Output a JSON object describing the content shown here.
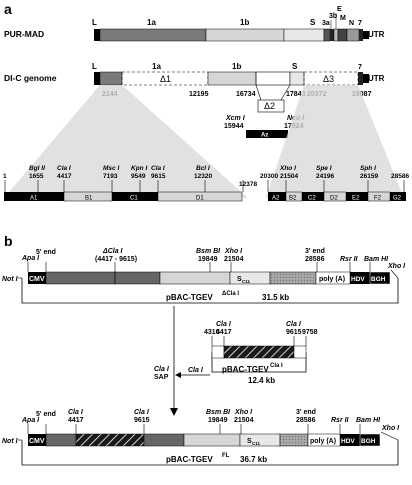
{
  "panel_a": {
    "label": "a",
    "pur_mad": {
      "name": "PUR-MAD",
      "genes": [
        "L",
        "1a",
        "1b",
        "S",
        "3a",
        "3b",
        "E",
        "M",
        "N",
        "7",
        "UTR"
      ]
    },
    "dic": {
      "name": "DI-C genome",
      "genes": [
        "L",
        "1a",
        "1b",
        "S",
        "7",
        "UTR"
      ],
      "deletions": [
        "Δ1",
        "Δ2",
        "Δ3"
      ],
      "positions": [
        "2144",
        "12195",
        "16734",
        "17843",
        "20372",
        "28087"
      ]
    },
    "az": {
      "xcm": "Xcm I",
      "xcm_pos": "15944",
      "nco": "Nco I",
      "nco_pos": "17924",
      "name": "Az"
    },
    "fragments": {
      "sites": [
        {
          "name": "",
          "pos": "1"
        },
        {
          "name": "Bgl II",
          "pos": "1655"
        },
        {
          "name": "Cla I",
          "pos": "4417"
        },
        {
          "name": "Msc I",
          "pos": "7193"
        },
        {
          "name": "Kpn I",
          "pos": "9549"
        },
        {
          "name": "Cla I",
          "pos": "9615"
        },
        {
          "name": "Bcl I",
          "pos": "12320"
        },
        {
          "name": "",
          "pos": "12378"
        },
        {
          "name": "",
          "pos": "20300"
        },
        {
          "name": "Xho I",
          "pos": "21504"
        },
        {
          "name": "Spe I",
          "pos": "24196"
        },
        {
          "name": "Sph I",
          "pos": "26159"
        },
        {
          "name": "",
          "pos": "28586"
        }
      ],
      "blocks": [
        "A1",
        "B1",
        "C1",
        "D1",
        "A2",
        "B2",
        "C2",
        "D2",
        "E2",
        "F2",
        "G2"
      ]
    }
  },
  "panel_b": {
    "label": "b",
    "plasmid1": {
      "name": "pBAC-TGEV",
      "super": "ΔCla I",
      "size": "31.5 kb",
      "apa": "Apa I",
      "not": "Not I",
      "cmv": "CMV",
      "five_end": "5' end",
      "dcla": "ΔCla I",
      "dcla_range": "(4417 - 9615)",
      "bsm": "Bsm BI",
      "bsm_pos": "19849",
      "xho": "Xho I",
      "xho_pos": "21504",
      "s11": "S",
      "s11_sub": "C11",
      "three_end": "3' end",
      "three_pos": "28586",
      "rsr": "Rsr II",
      "bam": "Bam HI",
      "xho_end": "Xho I",
      "polya": "poly (A)",
      "hdv": "HDV",
      "bgh": "BGH"
    },
    "insert": {
      "name": "pBAC-TGEV",
      "super": "Cla I",
      "size": "12.4 kb",
      "sites": [
        {
          "name": "",
          "pos": "4310"
        },
        {
          "name": "Cla I",
          "pos": "4417"
        },
        {
          "name": "Cla I",
          "pos": "9615"
        },
        {
          "name": "",
          "pos": "9758"
        }
      ],
      "cla_arrow": "Cla I",
      "cla_sap": "Cla I",
      "sap": "SAP"
    },
    "plasmid2": {
      "name": "pBAC-TGEV",
      "super": "FL",
      "size": "36.7 kb",
      "apa": "Apa I",
      "not": "Not I",
      "cmv": "CMV",
      "five_end": "5' end",
      "cla1": "Cla I",
      "cla1_pos": "4417",
      "cla2": "Cla I",
      "cla2_pos": "9615",
      "bsm": "Bsm BI",
      "bsm_pos": "19849",
      "xho": "Xho I",
      "xho_pos": "21504",
      "s11": "S",
      "s11_sub": "C11",
      "three_end": "3' end",
      "three_pos": "28586",
      "rsr": "Rsr II",
      "bam": "Bam HI",
      "xho_end": "Xho I",
      "polya": "poly (A)",
      "hdv": "HDV",
      "bgh": "BGH"
    }
  }
}
